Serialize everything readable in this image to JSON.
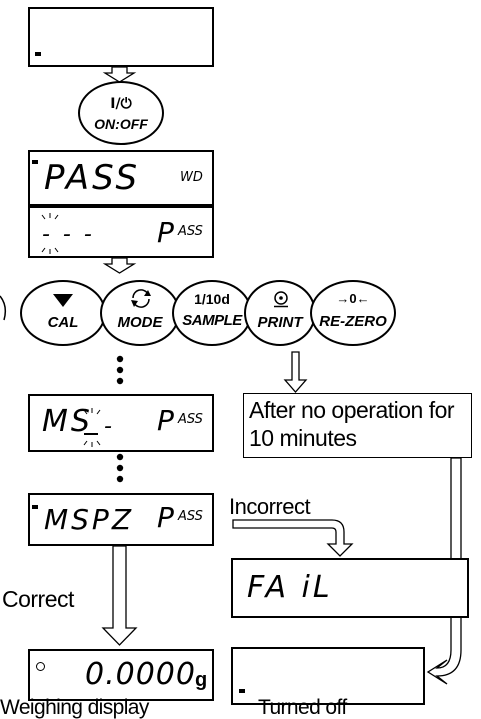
{
  "power_button": {
    "symbol": "I/⏻",
    "label": "ON:OFF"
  },
  "displays": {
    "pass": {
      "main": "PASS",
      "sub": "WD"
    },
    "pass_blink": {
      "main": "- - -",
      "sub_big": "P",
      "sub_small": "ASS"
    },
    "ms": {
      "main": "MS",
      "tail": "-",
      "sub_big": "P",
      "sub_small": "ASS"
    },
    "mspz": {
      "main": "MSPZ",
      "sub_big": "P",
      "sub_small": "ASS"
    },
    "fail": {
      "main": "FA iL"
    },
    "weighing": {
      "value": "0.0000",
      "unit": "g"
    }
  },
  "keys": {
    "cal": "CAL",
    "mode": "MODE",
    "sample_top": "1/10d",
    "sample": "SAMPLE",
    "print": "PRINT",
    "rezero_top": "→0←",
    "rezero": "RE-ZERO"
  },
  "labels": {
    "no_operation": "After no operation for 10 minutes",
    "incorrect": "Incorrect",
    "correct": "Correct",
    "weighing_display": "Weighing display",
    "turned_off": "Turned off"
  },
  "icons": {
    "cal": "triangle-down-icon",
    "mode": "cycle-arrows-icon",
    "print": "print-target-icon",
    "blink": "blink-rays-icon"
  }
}
